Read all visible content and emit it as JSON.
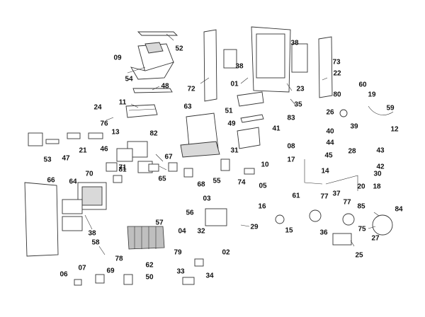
{
  "diagram": {
    "callouts": [
      "01",
      "02",
      "03",
      "04",
      "05",
      "06",
      "07",
      "08",
      "09",
      "10",
      "11",
      "12",
      "13",
      "14",
      "15",
      "16",
      "17",
      "18",
      "19",
      "20",
      "21",
      "22",
      "23",
      "24",
      "25",
      "26",
      "27",
      "28",
      "29",
      "30",
      "31",
      "32",
      "33",
      "34",
      "35",
      "36",
      "37",
      "38",
      "38",
      "38",
      "39",
      "40",
      "41",
      "42",
      "43",
      "44",
      "45",
      "46",
      "47",
      "48",
      "49",
      "50",
      "51",
      "52",
      "53",
      "54",
      "55",
      "56",
      "57",
      "58",
      "59",
      "60",
      "61",
      "62",
      "63",
      "64",
      "65",
      "66",
      "67",
      "68",
      "69",
      "70",
      "71",
      "72",
      "73",
      "74",
      "75",
      "76",
      "77",
      "77",
      "78",
      "79",
      "80",
      "81",
      "82",
      "83",
      "84",
      "85"
    ]
  }
}
